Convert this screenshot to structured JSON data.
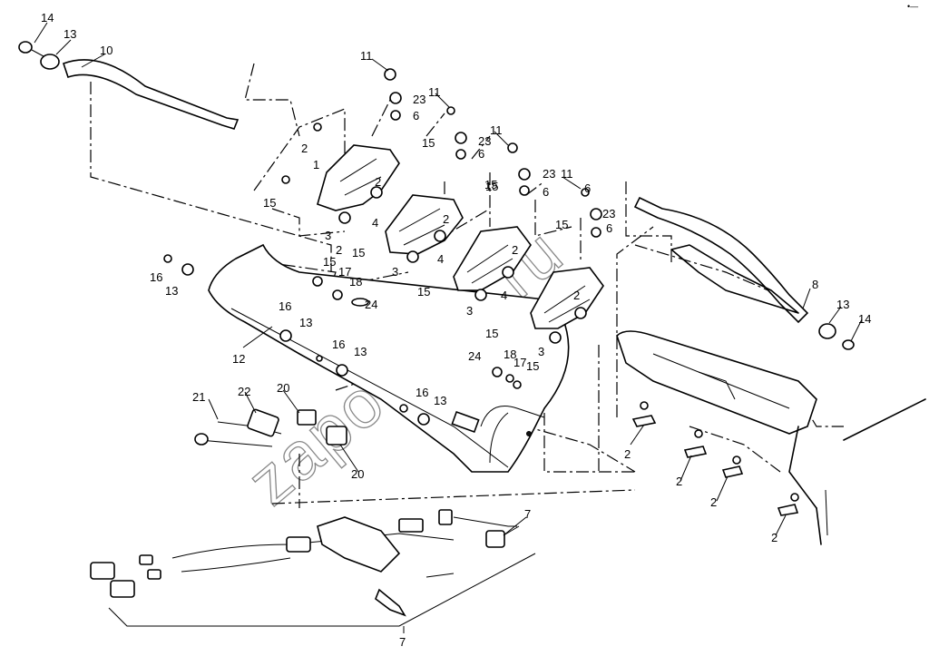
{
  "watermark": "zapokazu.ru",
  "corner_mark": "•—",
  "callouts": [
    {
      "id": "c1",
      "text": "14"
    },
    {
      "id": "c2",
      "text": "13"
    },
    {
      "id": "c3",
      "text": "10"
    },
    {
      "id": "c4",
      "text": "11"
    },
    {
      "id": "c5",
      "text": "23"
    },
    {
      "id": "c6",
      "text": "6"
    },
    {
      "id": "c7",
      "text": "11"
    },
    {
      "id": "c8",
      "text": "6"
    },
    {
      "id": "c9",
      "text": "11"
    },
    {
      "id": "c10",
      "text": "23"
    },
    {
      "id": "c11",
      "text": "6"
    },
    {
      "id": "c12",
      "text": "23"
    },
    {
      "id": "c13",
      "text": "11"
    },
    {
      "id": "c14",
      "text": "6"
    },
    {
      "id": "c15",
      "text": "23"
    },
    {
      "id": "c16",
      "text": "6"
    },
    {
      "id": "c17",
      "text": "2"
    },
    {
      "id": "c18",
      "text": "1"
    },
    {
      "id": "c19",
      "text": "15"
    },
    {
      "id": "c20",
      "text": "15"
    },
    {
      "id": "c21",
      "text": "2"
    },
    {
      "id": "c22",
      "text": "15"
    },
    {
      "id": "c23",
      "text": "2"
    },
    {
      "id": "c24",
      "text": "4"
    },
    {
      "id": "c25",
      "text": "3"
    },
    {
      "id": "c26",
      "text": "15"
    },
    {
      "id": "c27",
      "text": "15"
    },
    {
      "id": "c28",
      "text": "2"
    },
    {
      "id": "c29",
      "text": "4"
    },
    {
      "id": "c30",
      "text": "3"
    },
    {
      "id": "c31",
      "text": "15"
    },
    {
      "id": "c32",
      "text": "2"
    },
    {
      "id": "c33",
      "text": "4"
    },
    {
      "id": "c34",
      "text": "3"
    },
    {
      "id": "c35",
      "text": "15"
    },
    {
      "id": "c36",
      "text": "2"
    },
    {
      "id": "c37",
      "text": "3"
    },
    {
      "id": "c38",
      "text": "15"
    },
    {
      "id": "c39",
      "text": "16"
    },
    {
      "id": "c40",
      "text": "13"
    },
    {
      "id": "c41",
      "text": "17"
    },
    {
      "id": "c42",
      "text": "18"
    },
    {
      "id": "c43",
      "text": "24"
    },
    {
      "id": "c44",
      "text": "16"
    },
    {
      "id": "c45",
      "text": "13"
    },
    {
      "id": "c46",
      "text": "12"
    },
    {
      "id": "c47",
      "text": "16"
    },
    {
      "id": "c48",
      "text": "13"
    },
    {
      "id": "c49",
      "text": "24"
    },
    {
      "id": "c50",
      "text": "18"
    },
    {
      "id": "c51",
      "text": "17"
    },
    {
      "id": "c52",
      "text": "15"
    },
    {
      "id": "c53",
      "text": "21"
    },
    {
      "id": "c54",
      "text": "22"
    },
    {
      "id": "c55",
      "text": "20"
    },
    {
      "id": "c56",
      "text": "16"
    },
    {
      "id": "c57",
      "text": "13"
    },
    {
      "id": "c58",
      "text": "20"
    },
    {
      "id": "c59",
      "text": "8"
    },
    {
      "id": "c60",
      "text": "13"
    },
    {
      "id": "c61",
      "text": "14"
    },
    {
      "id": "c62",
      "text": "2"
    },
    {
      "id": "c63",
      "text": "2"
    },
    {
      "id": "c64",
      "text": "2"
    },
    {
      "id": "c65",
      "text": "2"
    },
    {
      "id": "c66",
      "text": "7"
    },
    {
      "id": "c67",
      "text": "7"
    },
    {
      "id": "c68",
      "text": "15"
    }
  ]
}
